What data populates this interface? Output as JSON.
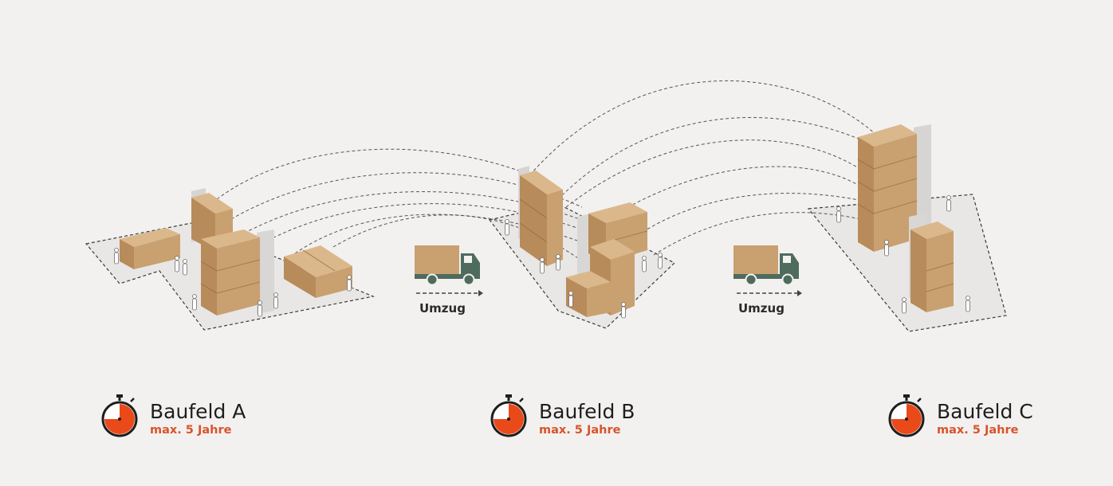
{
  "colors": {
    "background": "#f2f1ef",
    "box": "#c9a070",
    "timer_fill": "#ea4a1a",
    "duration_text": "#d9532b",
    "truck": "#4e6b5e"
  },
  "icons": {
    "timer": "stopwatch-icon",
    "truck": "truck-icon",
    "person": "person-icon"
  },
  "transitions": [
    {
      "label": "Umzug"
    },
    {
      "label": "Umzug"
    }
  ],
  "fields": [
    {
      "name": "Baufeld A",
      "duration": "max. 5 Jahre"
    },
    {
      "name": "Baufeld B",
      "duration": "max. 5 Jahre"
    },
    {
      "name": "Baufeld C",
      "duration": "max. 5 Jahre"
    }
  ]
}
